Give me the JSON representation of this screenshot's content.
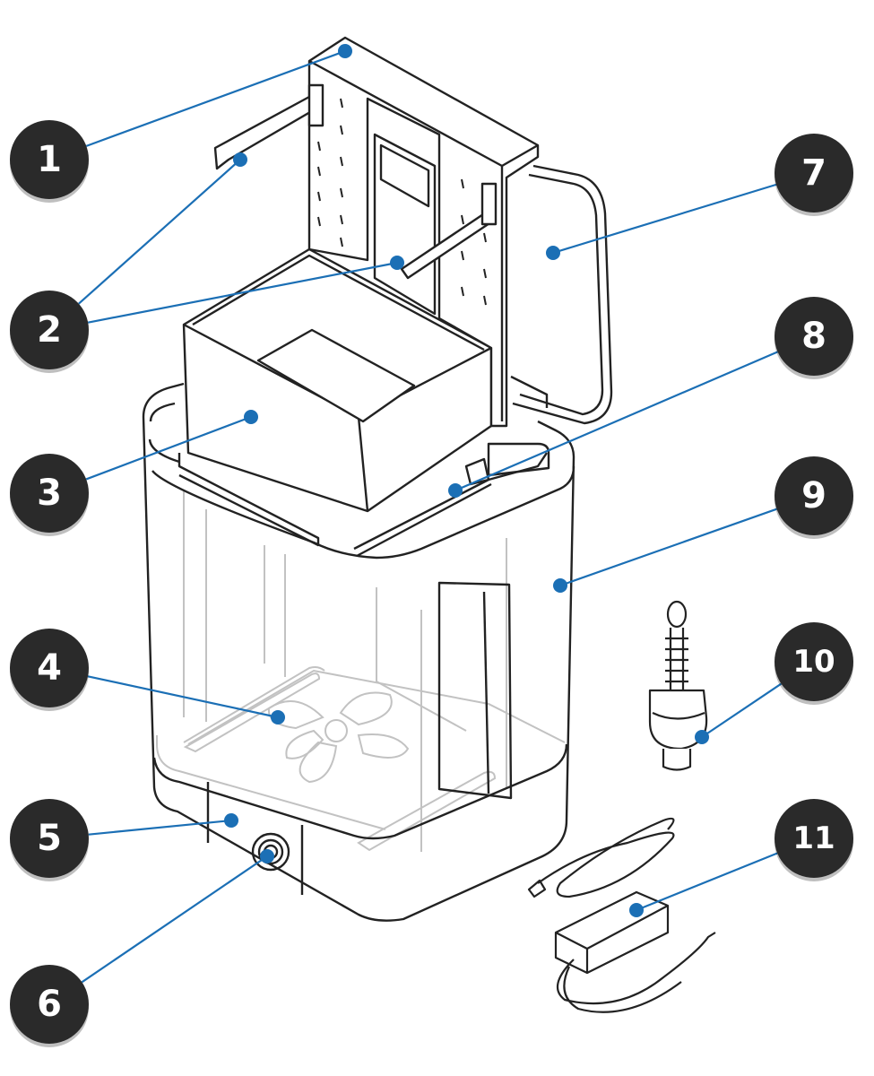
{
  "colors": {
    "badge_fill": "#2a2a2a",
    "badge_text": "#ffffff",
    "leader": "#1b6fb5",
    "outline": "#222222",
    "ghost": "#bdbdbd"
  },
  "callouts": [
    {
      "number": "1",
      "part": "lid"
    },
    {
      "number": "2",
      "part": "hanger-arms"
    },
    {
      "number": "3",
      "part": "basket"
    },
    {
      "number": "4",
      "part": "impeller"
    },
    {
      "number": "5",
      "part": "base"
    },
    {
      "number": "6",
      "part": "power-button"
    },
    {
      "number": "7",
      "part": "handle"
    },
    {
      "number": "8",
      "part": "lid-latch"
    },
    {
      "number": "9",
      "part": "tank"
    },
    {
      "number": "10",
      "part": "float-valve"
    },
    {
      "number": "11",
      "part": "power-adapter"
    }
  ]
}
